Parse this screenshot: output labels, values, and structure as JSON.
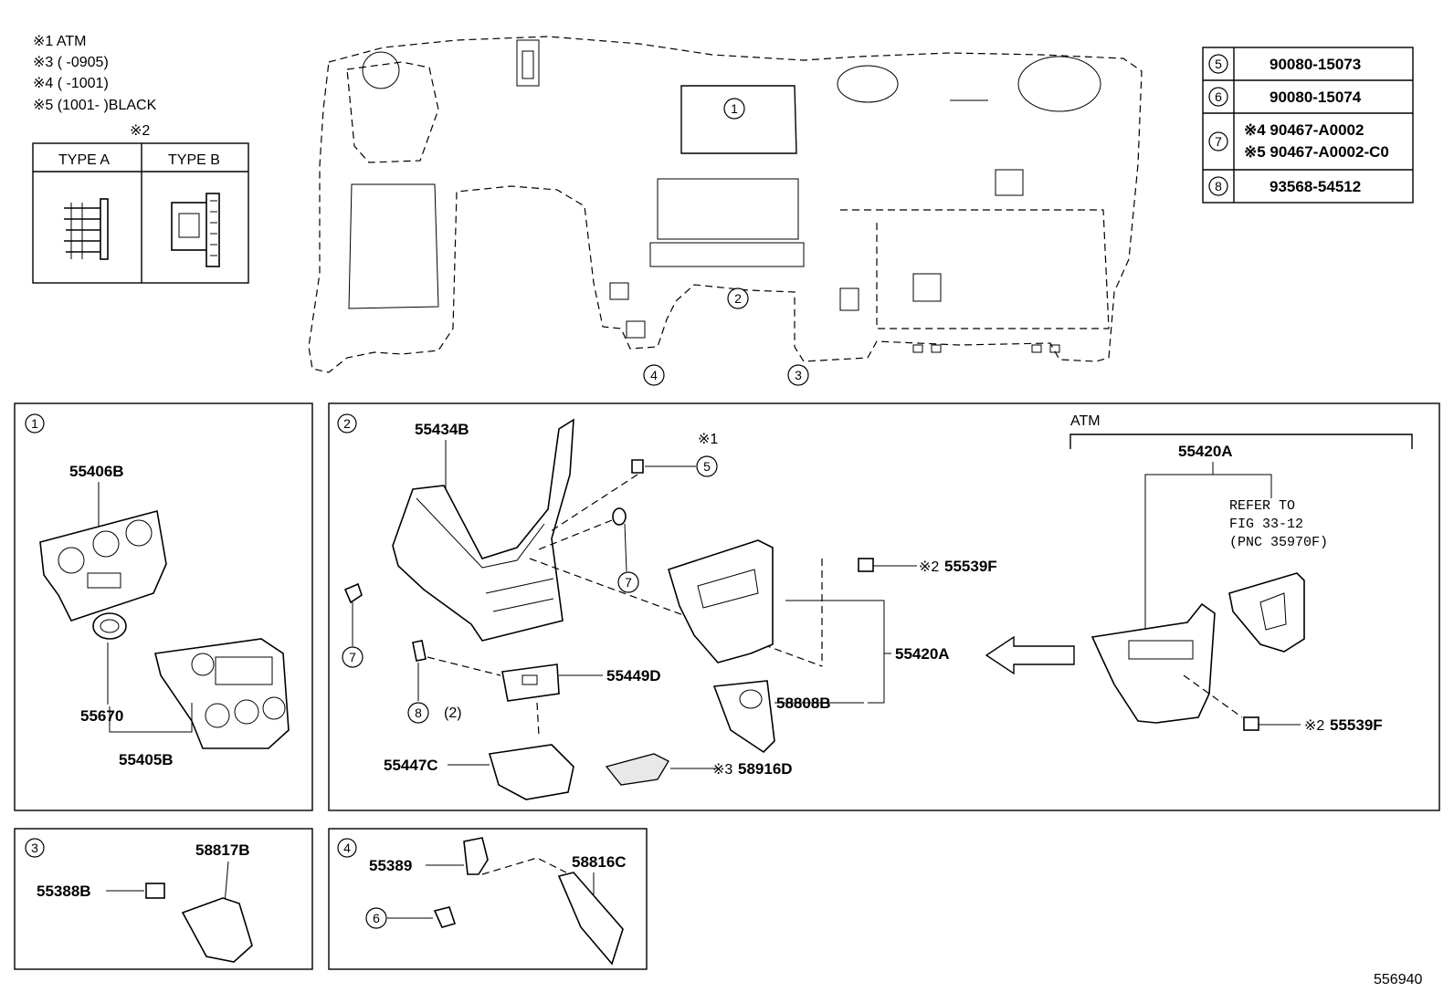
{
  "notes": {
    "n1": "※1 ATM",
    "n3": "※3 (       -0905)",
    "n4": "※4 (       -1001)",
    "n5": "※5 (1001-       )BLACK",
    "n2": "※2"
  },
  "type_table": {
    "type_a": "TYPE A",
    "type_b": "TYPE B"
  },
  "ref_table": [
    {
      "num": "5",
      "part": "90080-15073"
    },
    {
      "num": "6",
      "part": "90080-15074"
    },
    {
      "num": "7",
      "part_a": "※4 90467-A0002",
      "part_b": "※5 90467-A0002-C0"
    },
    {
      "num": "8",
      "part": "93568-54512"
    }
  ],
  "dash_callouts": {
    "c1": "1",
    "c2": "2",
    "c3": "3",
    "c4": "4"
  },
  "box1": {
    "id": "1",
    "p_55406B": "55406B",
    "p_55670": "55670",
    "p_55405B": "55405B"
  },
  "box2": {
    "id": "2",
    "p_55434B": "55434B",
    "note1": "※1",
    "c5": "5",
    "c7a": "7",
    "c7b": "7",
    "c8": "8",
    "qty8": "(2)",
    "p_55449D": "55449D",
    "p_55447C": "55447C",
    "note3": "※3",
    "p_58916D": "58916D",
    "note2a": "※2",
    "p_55539F_a": "55539F",
    "p_55420A_a": "55420A",
    "p_58808B": "58808B",
    "atm": "ATM",
    "p_55420A_b": "55420A",
    "refer1": "REFER TO",
    "refer2": "FIG 33-12",
    "refer3": "(PNC 35970F)",
    "note2b": "※2",
    "p_55539F_b": "55539F"
  },
  "box3": {
    "id": "3",
    "p_58817B": "58817B",
    "p_55388B": "55388B"
  },
  "box4": {
    "id": "4",
    "p_55389": "55389",
    "c6": "6",
    "p_58816C": "58816C"
  },
  "diagram_number": "556940"
}
